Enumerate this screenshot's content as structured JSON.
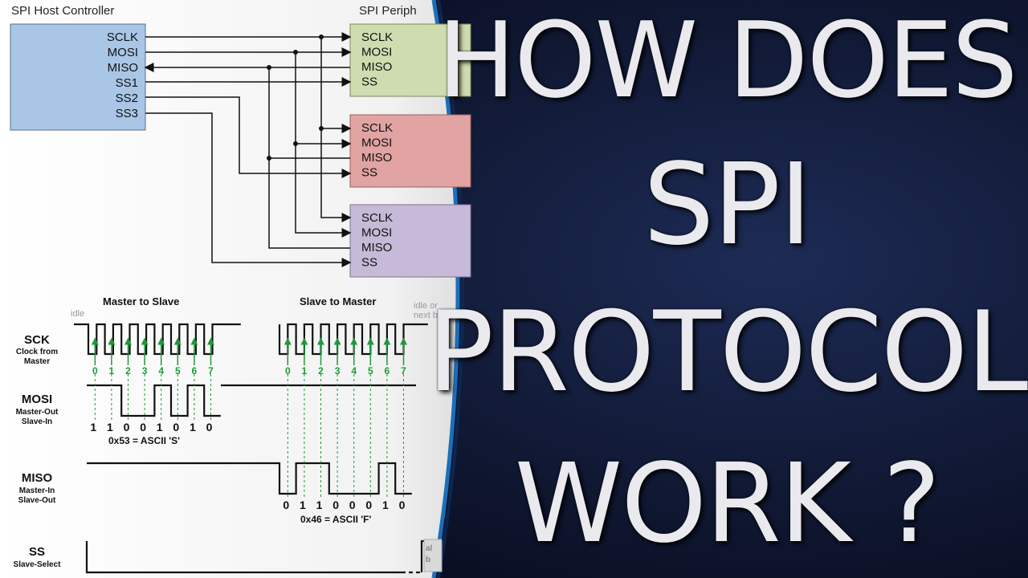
{
  "bus": {
    "host_title": "SPI Host Controller",
    "periph_title": "SPI Periph",
    "host_pins": [
      "SCLK",
      "MOSI",
      "MISO",
      "SS1",
      "SS2",
      "SS3"
    ],
    "slave1_pins": [
      "SCLK",
      "MOSI",
      "MISO",
      "SS"
    ],
    "slave2_pins": [
      "SCLK",
      "MOSI",
      "MISO",
      "SS"
    ],
    "slave3_pins": [
      "SCLK",
      "MOSI",
      "MISO",
      "SS"
    ],
    "colors": {
      "host": "#a9c6e6",
      "slave1": "#cfdcb0",
      "slave2": "#e2a3a3",
      "slave3": "#c6bad8"
    }
  },
  "timing": {
    "master_to_slave": "Master to Slave",
    "slave_to_master": "Slave to Master",
    "idle": "idle",
    "idle_next_1": "idle or",
    "idle_next_2": "next byte",
    "sck": {
      "name": "SCK",
      "sub1": "Clock from",
      "sub2": "Master"
    },
    "mosi": {
      "name": "MOSI",
      "sub1": "Master-Out",
      "sub2": "Slave-In"
    },
    "miso": {
      "name": "MISO",
      "sub1": "Master-In",
      "sub2": "Slave-Out"
    },
    "ss": {
      "name": "SS",
      "sub1": "Slave-Select"
    },
    "bit_indices": [
      "0",
      "1",
      "2",
      "3",
      "4",
      "5",
      "6",
      "7"
    ],
    "mosi_bits": [
      "1",
      "1",
      "0",
      "0",
      "1",
      "0",
      "1",
      "0"
    ],
    "mosi_caption": "0x53 = ASCII 'S'",
    "miso_bits": [
      "0",
      "1",
      "1",
      "0",
      "0",
      "0",
      "1",
      "0"
    ],
    "miso_caption": "0x46 = ASCII 'F'",
    "ss_box_1": "al",
    "ss_box_2": "b"
  },
  "headline": {
    "line1": "HOW DOES",
    "line2": "SPI",
    "line3": "PROTOCOL",
    "line4": "WORK ?"
  }
}
